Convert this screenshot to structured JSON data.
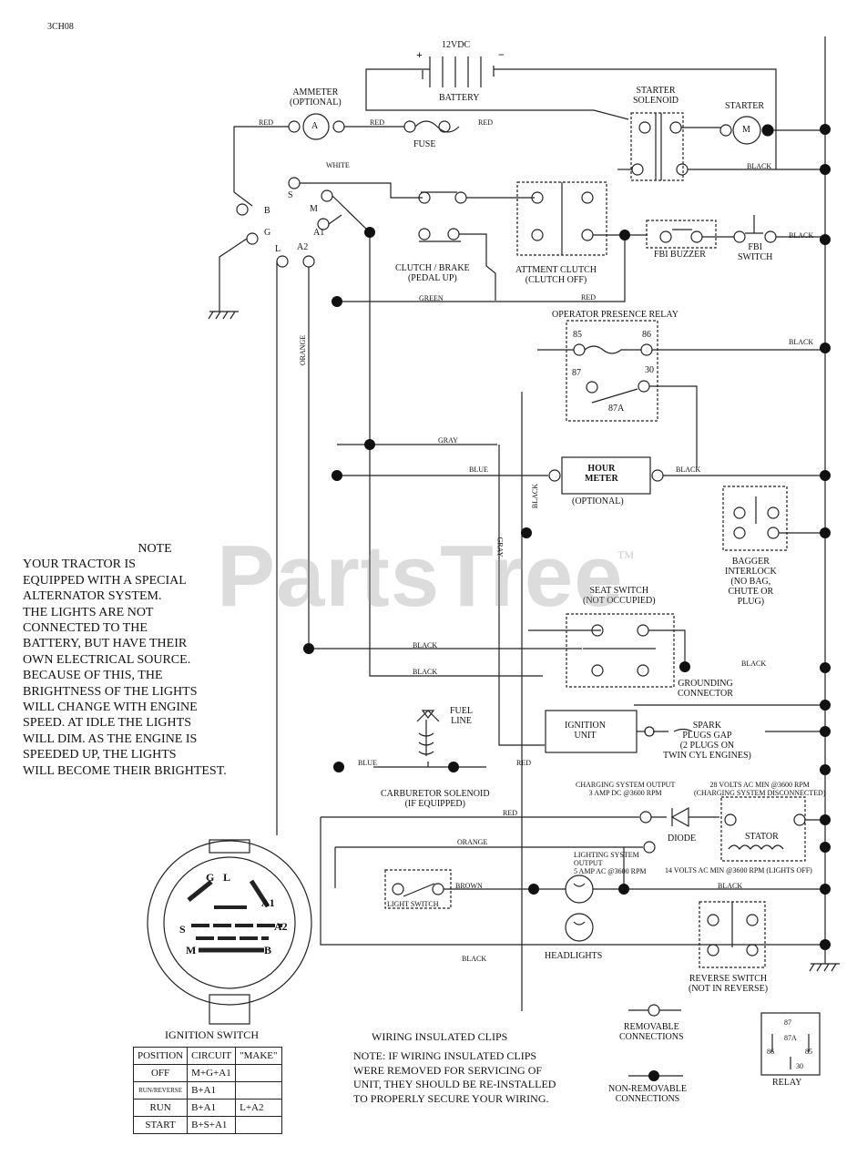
{
  "doc_code": "3CH08",
  "battery": {
    "title": "12VDC",
    "plus": "+",
    "minus": "−",
    "label": "BATTERY"
  },
  "ammeter": {
    "label": "AMMETER\n(OPTIONAL)",
    "symbol": "A"
  },
  "fuse": {
    "label": "FUSE"
  },
  "starter_solenoid": {
    "label": "STARTER\nSOLENOID"
  },
  "starter": {
    "label": "STARTER",
    "symbol": "M"
  },
  "ignition_terminals": {
    "B": "B",
    "S": "S",
    "M": "M",
    "G": "G",
    "A1": "A1",
    "L": "L",
    "A2": "A2"
  },
  "clutch_brake": {
    "label": "CLUTCH / BRAKE\n(PEDAL UP)"
  },
  "attment_clutch": {
    "label": "ATTMENT CLUTCH\n(CLUTCH OFF)"
  },
  "fbi_buzzer": {
    "label": "FBI BUZZER"
  },
  "fbi_switch": {
    "label": "FBI\nSWITCH"
  },
  "operator_relay": {
    "label": "OPERATOR PRESENCE RELAY",
    "t85": "85",
    "t86": "86",
    "t87": "87",
    "t30": "30",
    "t87a": "87A"
  },
  "hour_meter": {
    "label": "HOUR\nMETER",
    "sub": "(OPTIONAL)"
  },
  "bagger": {
    "label": "BAGGER\nINTERLOCK\n(NO BAG,\nCHUTE OR\nPLUG)"
  },
  "seat_switch": {
    "label": "SEAT SWITCH\n(NOT OCCUPIED)"
  },
  "grounding": {
    "label": "GROUNDING\nCONNECTOR"
  },
  "ignition_unit": {
    "label": "IGNITION\nUNIT"
  },
  "spark": {
    "label": "SPARK\nPLUGS GAP\n(2 PLUGS ON\nTWIN CYL ENGINES)"
  },
  "fuel_line": {
    "label": "FUEL\nLINE"
  },
  "carb_solenoid": {
    "label": "CARBURETOR SOLENOID\n(IF EQUIPPED)"
  },
  "charging_output": {
    "label": "CHARGING SYSTEM OUTPUT\n3 AMP DC @3600 RPM"
  },
  "ac_volts": {
    "label": "28 VOLTS AC MIN @3600 RPM\n(CHARGING SYSTEM DISCONNECTED)"
  },
  "diode": {
    "label": "DIODE"
  },
  "stator": {
    "label": "STATOR"
  },
  "lighting_output": {
    "label": "LIGHTING SYSTEM\nOUTPUT\n5 AMP AC @3600 RPM"
  },
  "lighting_volts": {
    "label": "14 VOLTS AC MIN @3600 RPM (LIGHTS OFF)"
  },
  "light_switch": {
    "label": "LIGHT SWITCH"
  },
  "headlights": {
    "label": "HEADLIGHTS"
  },
  "reverse_switch": {
    "label": "REVERSE SWITCH\n(NOT IN REVERSE)"
  },
  "wires": {
    "red1": "RED",
    "red2": "RED",
    "red3": "RED",
    "red4": "RED",
    "red5": "RED",
    "red6": "RED",
    "white": "WHITE",
    "black1": "BLACK",
    "black2": "BLACK",
    "black3": "BLACK",
    "black4": "BLACK",
    "black5": "BLACK",
    "black6": "BLACK",
    "black7": "BLACK",
    "black8": "BLACK",
    "black_v": "BLACK",
    "green": "GREEN",
    "orange_v": "ORANGE",
    "orange": "ORANGE",
    "gray": "GRAY",
    "gray_v": "GRAY",
    "blue": "BLUE",
    "brown": "BROWN",
    "blue2": "BLUE",
    "black_low": "BLACK"
  },
  "note": {
    "title": "NOTE",
    "lines": [
      "YOUR TRACTOR IS",
      "EQUIPPED WITH A SPECIAL",
      "ALTERNATOR SYSTEM.",
      "THE LIGHTS ARE NOT",
      "CONNECTED TO THE",
      "BATTERY, BUT HAVE THEIR",
      "OWN ELECTRICAL SOURCE.",
      "BECAUSE OF THIS, THE",
      "BRIGHTNESS OF THE LIGHTS",
      "WILL CHANGE WITH ENGINE",
      "SPEED.  AT IDLE THE LIGHTS",
      "WILL DIM.  AS THE ENGINE IS",
      "SPEEDED UP, THE LIGHTS",
      "WILL BECOME THEIR BRIGHTEST."
    ]
  },
  "ignition_switch": {
    "title": "IGNITION SWITCH",
    "face": {
      "G": "G",
      "L": "L",
      "A1": "A1",
      "S": "S",
      "A2": "A2",
      "M": "M",
      "B": "B"
    },
    "table": {
      "headers": [
        "POSITION",
        "CIRCUIT",
        "\"MAKE\""
      ],
      "rows": [
        [
          "OFF",
          "M+G+A1",
          ""
        ],
        [
          "RUN/REVERSE",
          "B+A1",
          ""
        ],
        [
          "RUN",
          "B+A1",
          "L+A2"
        ],
        [
          "START",
          "B+S+A1",
          ""
        ]
      ]
    }
  },
  "clips": {
    "title": "WIRING INSULATED CLIPS",
    "lines": [
      "NOTE: IF WIRING INSULATED CLIPS",
      "WERE REMOVED FOR SERVICING OF",
      "UNIT, THEY SHOULD BE RE-INSTALLED",
      "TO PROPERLY SECURE YOUR WIRING."
    ]
  },
  "legend": {
    "removable": "REMOVABLE\nCONNECTIONS",
    "non_removable": "NON-REMOVABLE\nCONNECTIONS",
    "relay": "RELAY",
    "relay_pins": {
      "p87": "87",
      "p87a": "87A",
      "p86": "86",
      "p85": "85",
      "p30": "30"
    }
  },
  "watermark": "PartsTree",
  "trademark": "TM"
}
